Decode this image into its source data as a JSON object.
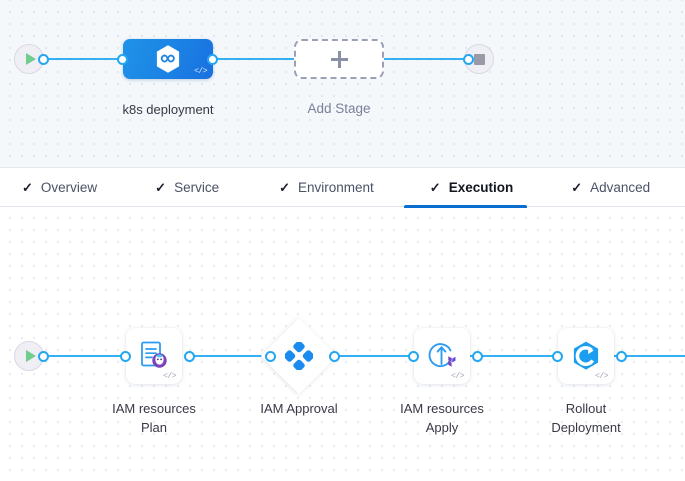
{
  "colors": {
    "accent_blue": "#35b0f5",
    "stage_blue": "#1b82e4",
    "active_tab_underline": "#0a6ed1",
    "label_text": "#383946",
    "muted_text": "#7b8199",
    "terraform_purple": "#7b42bc",
    "start_green": "#6fce8d",
    "stop_gray": "#9a99a8",
    "canvas_top_bg": "#f4f8fb",
    "canvas_bottom_bg": "#ffffff"
  },
  "stage_canvas": {
    "start_node": {
      "icon": "play-icon",
      "title": ""
    },
    "end_node": {
      "icon": "stop-icon",
      "title": ""
    },
    "stages": [
      {
        "label": "k8s deployment",
        "icon": "harness-hexagon-icon",
        "code_badge": "</>"
      }
    ],
    "add_stage": {
      "label": "Add Stage",
      "icon": "plus-icon"
    }
  },
  "tabs": [
    {
      "label": "Overview",
      "check": "✓",
      "active": false
    },
    {
      "label": "Service",
      "check": "✓",
      "active": false
    },
    {
      "label": "Environment",
      "check": "✓",
      "active": false
    },
    {
      "label": "Execution",
      "check": "✓",
      "active": true
    },
    {
      "label": "Advanced",
      "check": "✓",
      "active": false
    }
  ],
  "execution_canvas": {
    "start_node": {
      "icon": "play-icon"
    },
    "steps": [
      {
        "label": "IAM resources\nPlan",
        "icon": "terraform-plan-document-icon",
        "code_badge": "</>",
        "shape": "rounded"
      },
      {
        "label": "IAM Approval",
        "icon": "harness-approval-diamond-icon",
        "code_badge": "",
        "shape": "diamond"
      },
      {
        "label": "IAM resources\nApply",
        "icon": "terraform-apply-arrow-icon",
        "code_badge": "</>",
        "shape": "rounded"
      },
      {
        "label": "Rollout\nDeployment",
        "icon": "argo-rollout-hexagon-icon",
        "code_badge": "</>",
        "shape": "rounded"
      }
    ]
  }
}
